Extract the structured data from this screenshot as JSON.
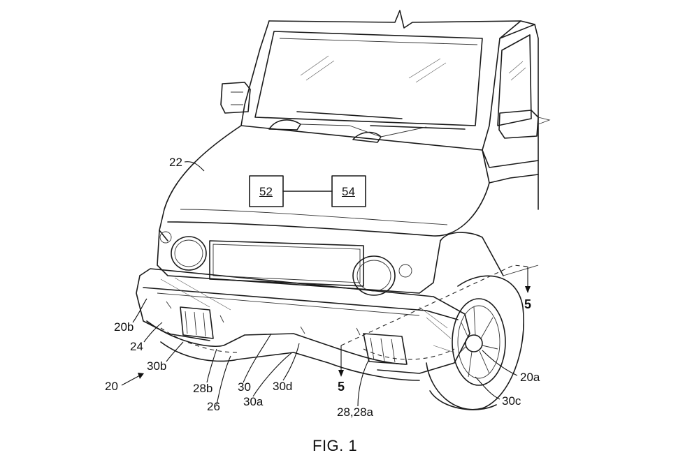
{
  "figure": {
    "caption": "FIG. 1",
    "boxes": [
      {
        "id": "box-52",
        "label": "52"
      },
      {
        "id": "box-54",
        "label": "54"
      }
    ],
    "reference_labels": {
      "l22": "22",
      "l20b": "20b",
      "l24": "24",
      "l30b": "30b",
      "l20": "20",
      "l28b": "28b",
      "l26": "26",
      "l30": "30",
      "l30a": "30a",
      "l30d": "30d",
      "l28": "28,28a",
      "l20a": "20a",
      "l30c": "30c"
    },
    "section_marks": {
      "bottom": "5",
      "right": "5"
    }
  }
}
